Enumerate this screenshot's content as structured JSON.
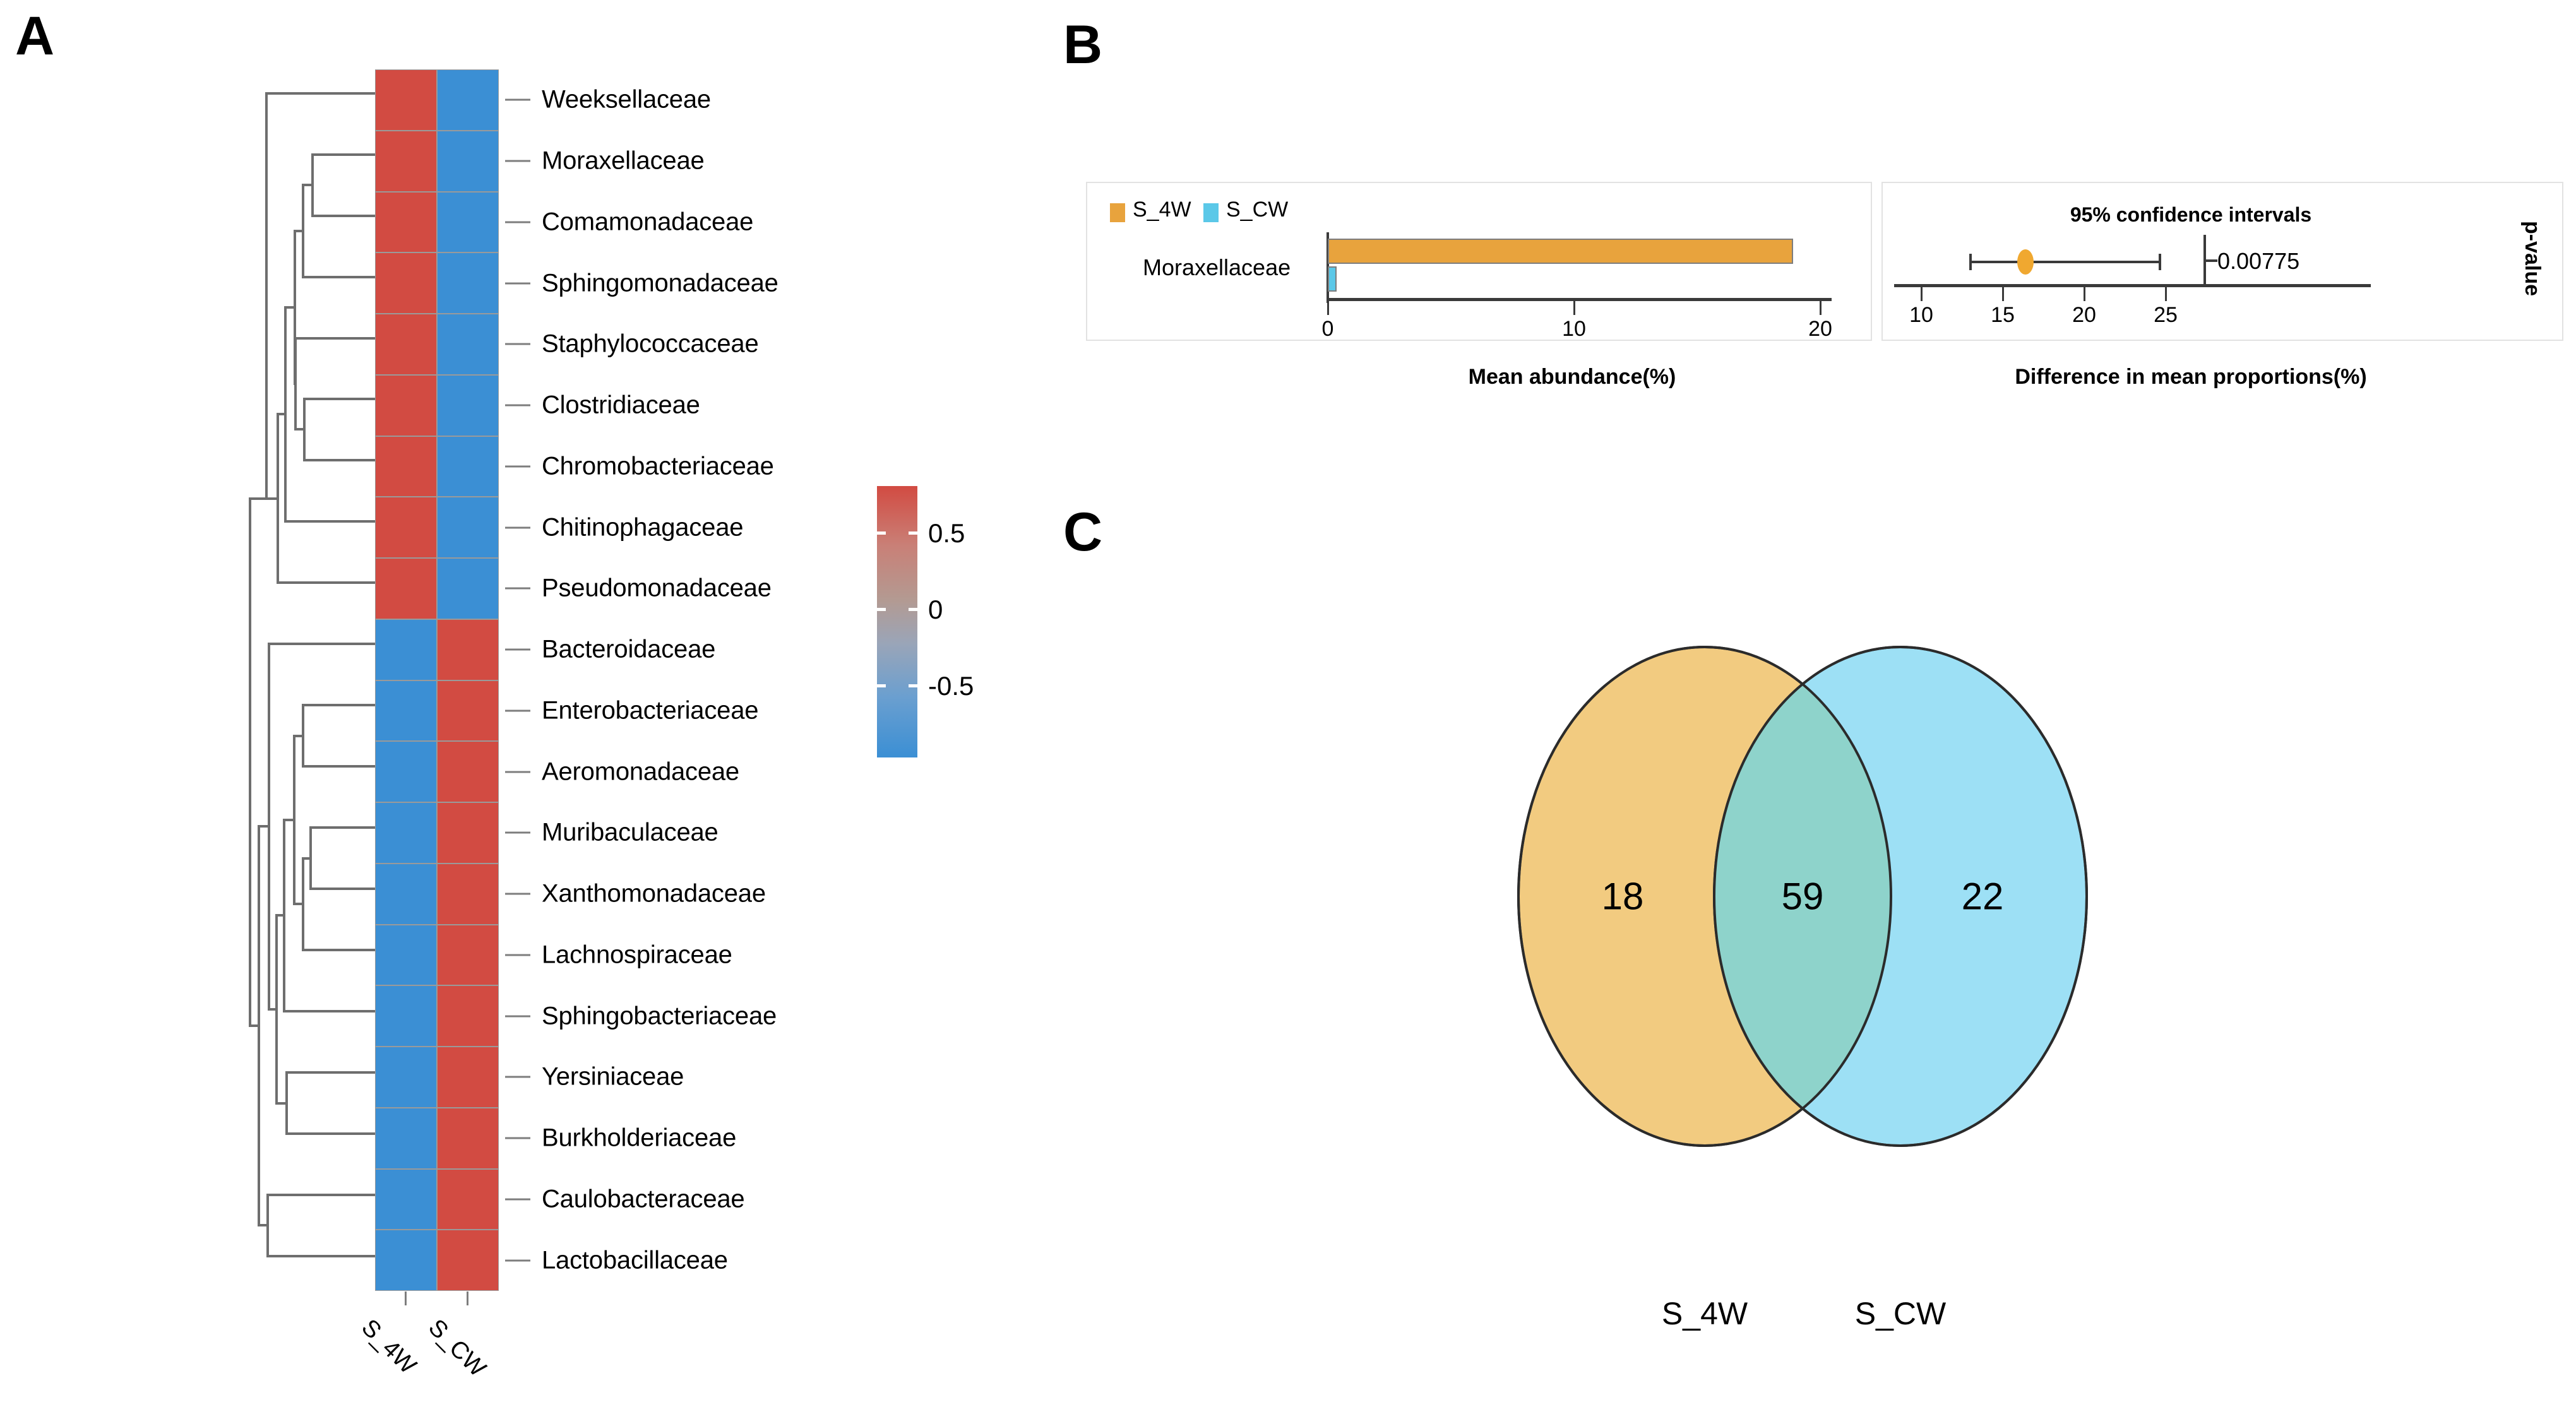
{
  "panels": {
    "a_letter": "A",
    "b_letter": "B",
    "c_letter": "C"
  },
  "chart_data": [
    {
      "type": "heatmap",
      "panel": "A",
      "title": "",
      "xlabel": "",
      "ylabel": "",
      "columns": [
        "S_4W",
        "S_CW"
      ],
      "rows": [
        "Weeksellaceae",
        "Moraxellaceae",
        "Comamonadaceae",
        "Sphingomonadaceae",
        "Staphylococcaceae",
        "Clostridiaceae",
        "Chromobacteriaceae",
        "Chitinophagaceae",
        "Pseudomonadaceae",
        "Bacteroidaceae",
        "Enterobacteriaceae",
        "Aeromonadaceae",
        "Muribaculaceae",
        "Xanthomonadaceae",
        "Lachnospiraceae",
        "Sphingobacteriaceae",
        "Yersiniaceae",
        "Burkholderiaceae",
        "Caulobacteraceae",
        "Lactobacillaceae"
      ],
      "values": [
        [
          0.7,
          -0.7
        ],
        [
          0.7,
          -0.7
        ],
        [
          0.7,
          -0.7
        ],
        [
          0.7,
          -0.7
        ],
        [
          0.7,
          -0.7
        ],
        [
          0.7,
          -0.7
        ],
        [
          0.7,
          -0.7
        ],
        [
          0.7,
          -0.7
        ],
        [
          0.7,
          -0.7
        ],
        [
          -0.7,
          0.7
        ],
        [
          -0.7,
          0.7
        ],
        [
          -0.7,
          0.7
        ],
        [
          -0.7,
          0.7
        ],
        [
          -0.7,
          0.7
        ],
        [
          -0.7,
          0.7
        ],
        [
          -0.7,
          0.7
        ],
        [
          -0.7,
          0.7
        ],
        [
          -0.7,
          0.7
        ],
        [
          -0.7,
          0.7
        ],
        [
          -0.7,
          0.7
        ]
      ],
      "colorbar": {
        "ticks": [
          "0.5",
          "0",
          "-0.5"
        ],
        "high_color": "#d24b42",
        "mid_color": "#b39a92",
        "low_color": "#3b8fd4",
        "vmin": -0.75,
        "vmax": 0.75
      },
      "dendrogram": true,
      "cell_colors": {
        "positive": "#d24b42",
        "negative": "#3b8fd4"
      }
    },
    {
      "type": "bar",
      "panel": "B-left",
      "title": "",
      "categories": [
        "Moraxellaceae"
      ],
      "series": [
        {
          "name": "S_4W",
          "values": [
            18.9
          ],
          "color": "#e8a33d"
        },
        {
          "name": "S_CW",
          "values": [
            0.35
          ],
          "color": "#5bc8e8"
        }
      ],
      "xlabel": "Mean abundance(%)",
      "ylabel": "",
      "xticks": [
        "0",
        "10",
        "20"
      ],
      "xtick_values": [
        0,
        10,
        20
      ],
      "xlim": [
        0,
        21.5
      ],
      "orientation": "horizontal",
      "legend": [
        "S_4W",
        "S_CW"
      ],
      "legend_position": "top-left"
    },
    {
      "type": "scatter",
      "panel": "B-right",
      "title": "95% confidence intervals",
      "xlabel": "Difference in mean proportions(%)",
      "ylabel": "",
      "xticks": [
        "10",
        "15",
        "20",
        "25"
      ],
      "xtick_values": [
        10,
        15,
        20,
        25
      ],
      "xlim": [
        9,
        27.5
      ],
      "points": [
        {
          "category": "Moraxellaceae",
          "estimate": 18.5,
          "ci_low": 11.8,
          "ci_high": 25.5,
          "p_value": "0.00775",
          "color": "#f0a830"
        }
      ],
      "secondary_axis_title": "p-value"
    },
    {
      "type": "venn",
      "panel": "C",
      "title": "",
      "sets": [
        "S_4W",
        "S_CW"
      ],
      "set_colors": [
        "#f2cb80",
        "#9de0f5"
      ],
      "intersection_color": "#8ed3cb",
      "counts": {
        "left_only": "18",
        "intersection": "59",
        "right_only": "22"
      }
    }
  ],
  "panelA": {
    "rows": [
      "Weeksellaceae",
      "Moraxellaceae",
      "Comamonadaceae",
      "Sphingomonadaceae",
      "Staphylococcaceae",
      "Clostridiaceae",
      "Chromobacteriaceae",
      "Chitinophagaceae",
      "Pseudomonadaceae",
      "Bacteroidaceae",
      "Enterobacteriaceae",
      "Aeromonadaceae",
      "Muribaculaceae",
      "Xanthomonadaceae",
      "Lachnospiraceae",
      "Sphingobacteriaceae",
      "Yersiniaceae",
      "Burkholderiaceae",
      "Caulobacteraceae",
      "Lactobacillaceae"
    ],
    "columns": [
      "S_4W",
      "S_CW"
    ],
    "colorbar_labels": [
      "0.5",
      "0",
      "-0.5"
    ]
  },
  "panelB": {
    "legend": [
      {
        "label": "S_4W",
        "color": "#e8a33d"
      },
      {
        "label": "S_CW",
        "color": "#5bc8e8"
      }
    ],
    "bar_family": "Moraxellaceae",
    "bar_xticks": [
      "0",
      "10",
      "20"
    ],
    "bar_axis_title": "Mean abundance(%)",
    "ci_title": "95% confidence intervals",
    "ci_xticks": [
      "10",
      "15",
      "20",
      "25"
    ],
    "ci_axis_title": "Difference in mean proportions(%)",
    "p_value": "0.00775",
    "p_value_axis_title": "p-value"
  },
  "panelC": {
    "left_count": "18",
    "intersection_count": "59",
    "right_count": "22",
    "left_label": "S_4W",
    "right_label": "S_CW"
  }
}
